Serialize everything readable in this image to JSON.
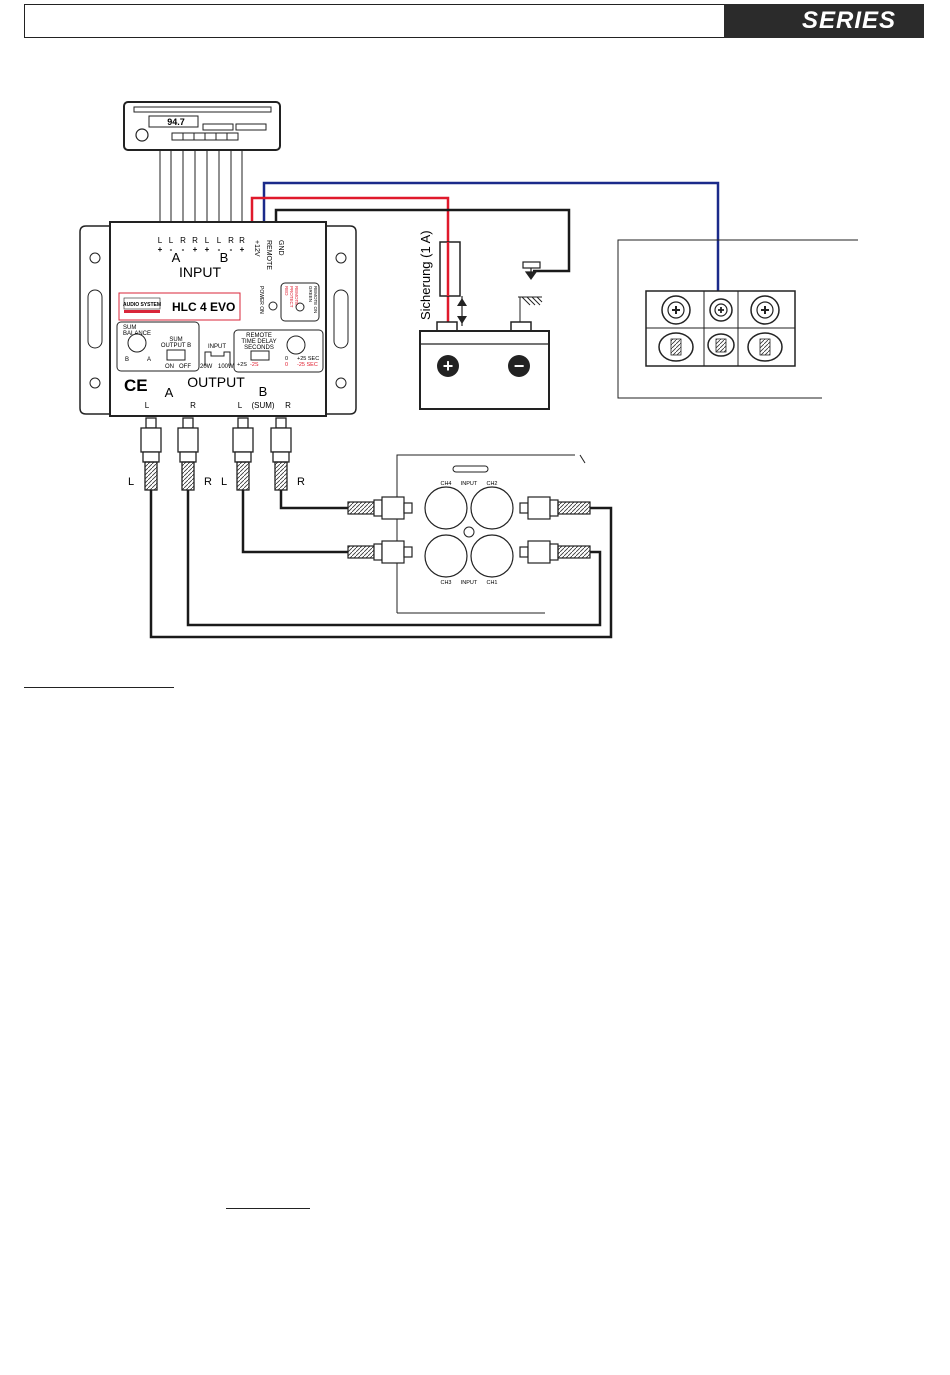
{
  "header": {
    "series_label": "SERIES"
  },
  "headunit": {
    "display": "94.7"
  },
  "processor": {
    "input_title": "INPUT",
    "group_a": "A",
    "group_b": "B",
    "pins": [
      {
        "name": "L",
        "pol": "+"
      },
      {
        "name": "L",
        "pol": "-"
      },
      {
        "name": "R",
        "pol": "-"
      },
      {
        "name": "R",
        "pol": "+"
      },
      {
        "name": "L",
        "pol": "+"
      },
      {
        "name": "L",
        "pol": "-"
      },
      {
        "name": "R",
        "pol": "-"
      },
      {
        "name": "R",
        "pol": "+"
      }
    ],
    "power_pins": [
      "+12V",
      "REMOTE",
      "GND"
    ],
    "power_on": "POWER ON",
    "model": "HLC 4 EVO",
    "brand": "AUDIO SYSTEM",
    "remote_on_lines": [
      "REMOTE ON",
      "GREEN",
      "REMOTE",
      "PROTECT",
      "RED"
    ],
    "sum_balance_lines": [
      "SUM",
      "BALANCE"
    ],
    "balance_b": "B",
    "balance_a": "A",
    "sum_output_lines": [
      "SUM",
      "OUTPUT B"
    ],
    "switch_on": "ON",
    "switch_off": "OFF",
    "input_label": "INPUT",
    "input_20w": "20W",
    "input_100w": "100W",
    "remote_delay_lines": [
      "REMOTE",
      "TIME DELAY",
      "SECONDS"
    ],
    "delay_left": "+2S",
    "delay_left_red": "-2S",
    "delay_zero": "0",
    "delay_zero_red": "0",
    "delay_right": "+25 SEC",
    "delay_right_red": "-25 SEC",
    "ce_mark": "CE",
    "output_title": "OUTPUT",
    "output_a": "A",
    "output_b": "B",
    "output_l_a": "L",
    "output_r_a": "R",
    "output_l_b": "L",
    "output_sum": "(SUM)",
    "output_r_b": "R"
  },
  "rca_labels": [
    "L",
    "R",
    "L",
    "R"
  ],
  "fuse_label": "Sicherung (1 A)",
  "battery": {
    "plus": "+",
    "minus": "−"
  },
  "amplifier": {
    "ch4": "CH4",
    "ch2": "CH2",
    "ch3": "CH3",
    "ch1": "CH1",
    "input_top": "INPUT",
    "input_bottom": "INPUT"
  },
  "wire_colors": {
    "blue": "#1b2a8a",
    "red": "#e0192b",
    "black": "#1a1a1a"
  }
}
